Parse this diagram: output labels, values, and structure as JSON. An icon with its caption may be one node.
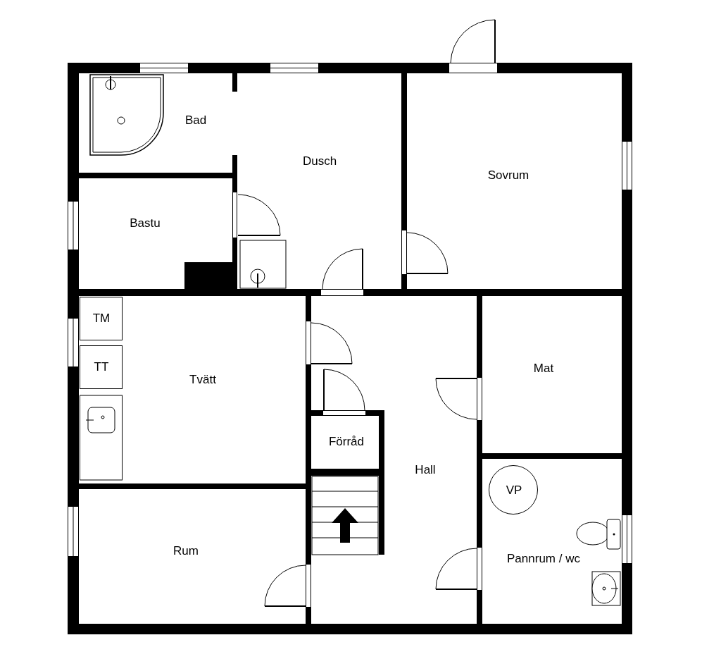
{
  "diagram": {
    "nodes": [
      {
        "text": [
          "Bad"
        ]
      },
      {
        "text": [
          "Dusch"
        ]
      },
      {
        "text": [
          "Sovrum"
        ]
      },
      {
        "text": [
          "Bastu"
        ]
      },
      {
        "text": [
          "Tvätt"
        ]
      },
      {
        "text": [
          "TM"
        ],
        "in": 4
      },
      {
        "text": [
          "TT"
        ],
        "in": 4
      },
      {
        "text": [
          "Mat"
        ]
      },
      {
        "text": [
          "Hall"
        ]
      },
      {
        "text": [
          "Förråd"
        ],
        "in": 8
      },
      {
        "text": [
          "Pannrum / wc"
        ]
      },
      {
        "text": [
          "VP"
        ],
        "in": 10
      },
      {
        "text": [
          "Rum"
        ]
      }
    ]
  }
}
